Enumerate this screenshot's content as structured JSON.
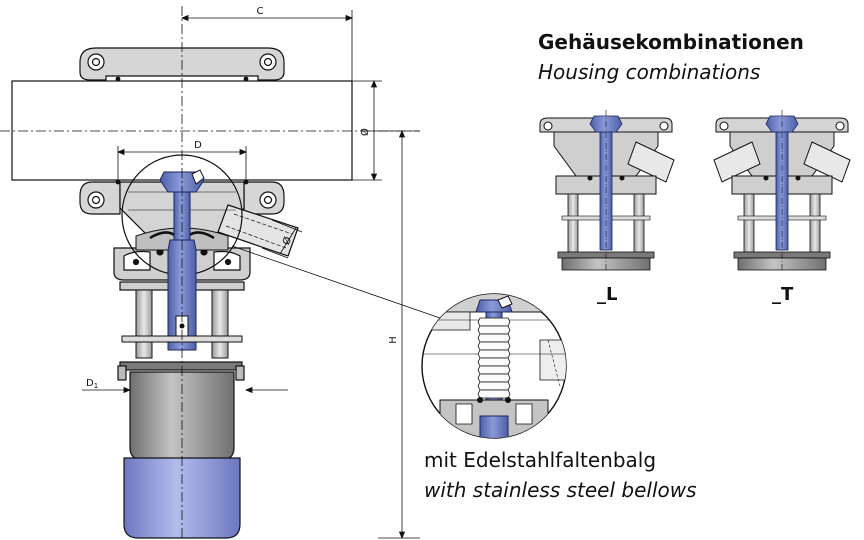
{
  "title": {
    "german": "Gehäusekombinationen",
    "english": "Housing combinations"
  },
  "variants": [
    "_L",
    "_T"
  ],
  "caption": {
    "german": "mit Edelstahlfaltenbalg",
    "english": "with stainless steel bellows"
  },
  "dimensions": {
    "c": "C",
    "d": "D",
    "d1_main": "D",
    "d1_sub": "1",
    "diameter": "Ø",
    "h": "H"
  },
  "colors": {
    "steel_blue": "#6e82c8",
    "steel_blue_dark": "#34408a",
    "housing_grey": "#d0d0d0",
    "housing_dark": "#8a8a8a",
    "actuator_grey": "#9a9a9a",
    "actuator_blue": "#8e9ad8",
    "seal": "#111111"
  }
}
